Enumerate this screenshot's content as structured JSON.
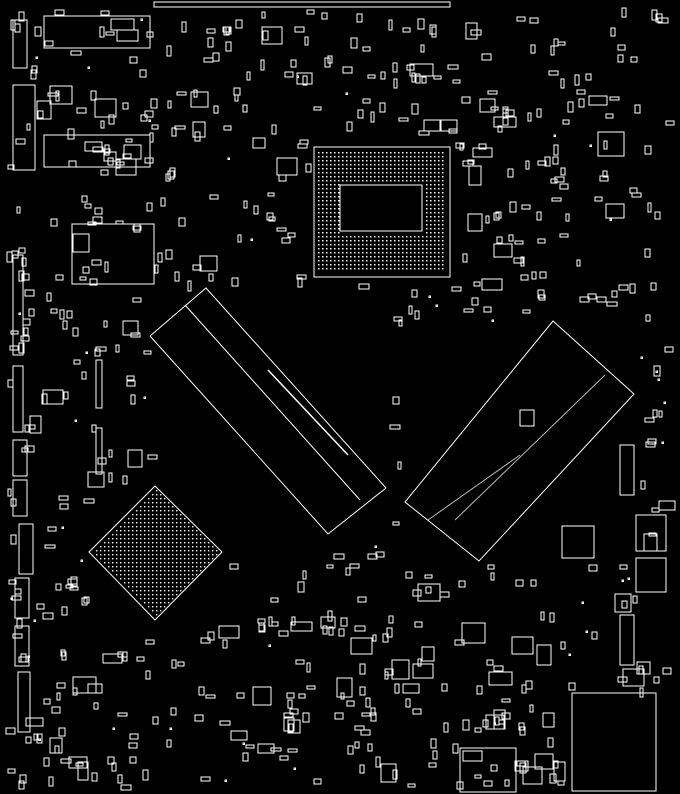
{
  "diagram": {
    "kind": "pcb-silkscreen-outline",
    "background_color": "#000000",
    "line_color": "#ffffff",
    "components": [
      "cpu-socket",
      "bga-chip",
      "memory-slot-left",
      "memory-slot-right",
      "qfn-chip-top-right",
      "qfn-chip-right",
      "top-connector",
      "left-header",
      "left-connector-strip",
      "right-header",
      "bottom-right-module",
      "component-array"
    ]
  }
}
